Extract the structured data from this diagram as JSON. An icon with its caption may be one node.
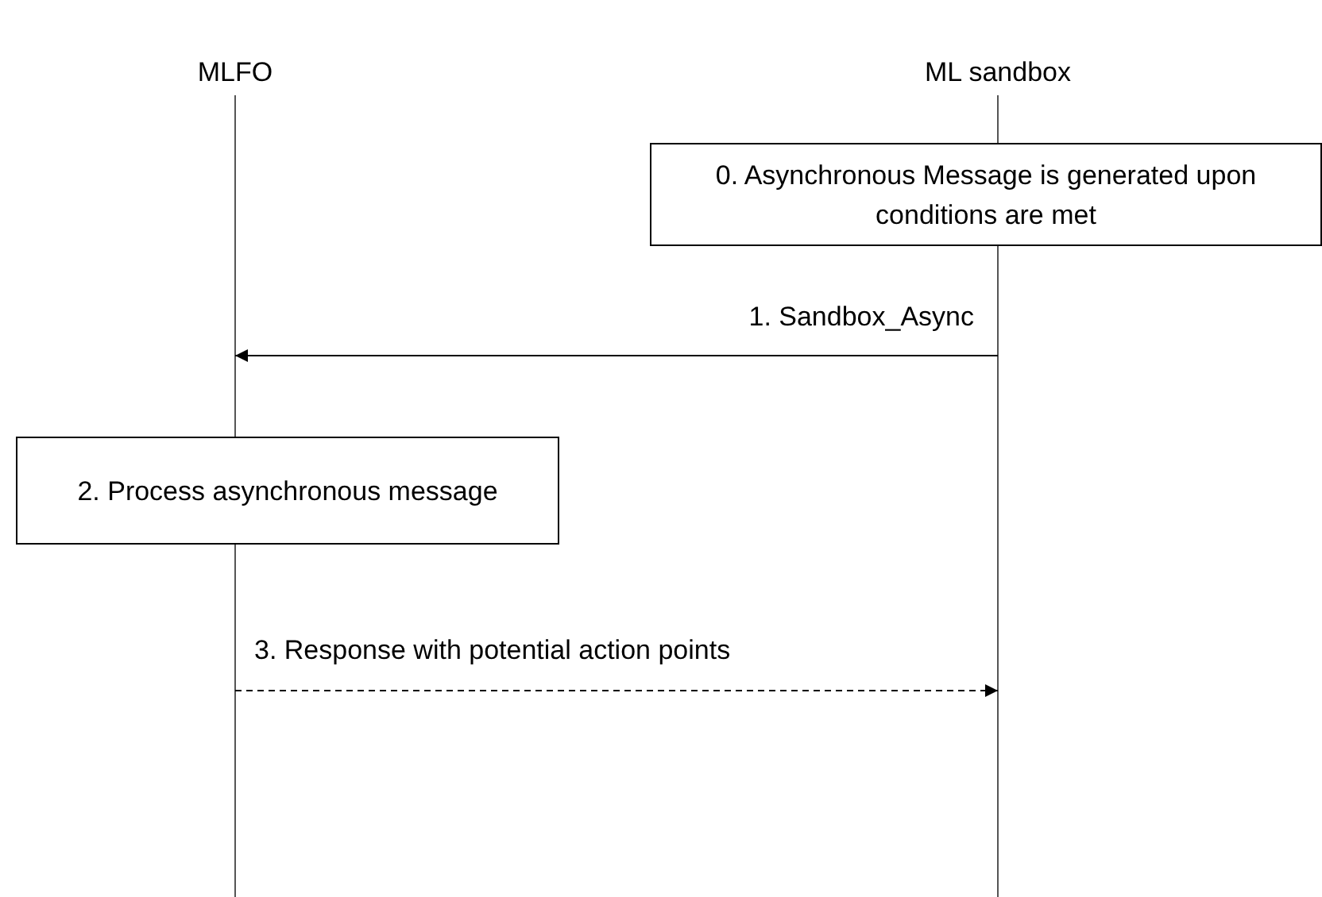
{
  "diagram": {
    "nodes": [
      {
        "text": [
          "MLFO"
        ]
      },
      {
        "text": [
          "ML sandbox"
        ]
      },
      {
        "text": [
          "0. Asynchronous Message is generated upon conditions are met"
        ]
      },
      {
        "text": [
          "2. Process asynchronous message"
        ]
      }
    ],
    "edges": [
      {
        "from": 1,
        "to": 0,
        "arrow": "to",
        "label": "1. Sandbox_Async"
      },
      {
        "from": 0,
        "to": 1,
        "arrow": "to",
        "label": "3. Response with potential action points",
        "style": "dashed"
      }
    ]
  }
}
